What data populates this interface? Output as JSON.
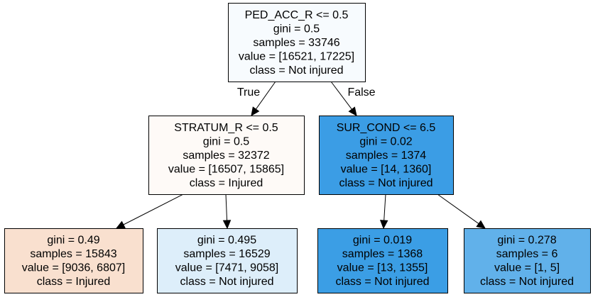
{
  "tree": {
    "nodes": [
      {
        "id": "root",
        "lines": [
          "PED_ACC_R <= 0.5",
          "gini = 0.5",
          "samples = 33746",
          "value = [16521, 17225]",
          "class = Not injured"
        ],
        "fill": "#f7fbfe"
      },
      {
        "id": "left",
        "lines": [
          "STRATUM_R <= 0.5",
          "gini = 0.5",
          "samples = 32372",
          "value = [16507, 15865]",
          "class = Injured"
        ],
        "fill": "#fefaf7"
      },
      {
        "id": "right",
        "lines": [
          "SUR_COND <= 6.5",
          "gini = 0.02",
          "samples = 1374",
          "value = [14, 1360]",
          "class = Not injured"
        ],
        "fill": "#3b9de5"
      },
      {
        "id": "left-left",
        "lines": [
          "gini = 0.49",
          "samples = 15843",
          "value = [9036, 6807]",
          "class = Injured"
        ],
        "fill": "#f9e0cf"
      },
      {
        "id": "left-right",
        "lines": [
          "gini = 0.495",
          "samples = 16529",
          "value = [7471, 9058]",
          "class = Not injured"
        ],
        "fill": "#ddeefa"
      },
      {
        "id": "right-left",
        "lines": [
          "gini = 0.019",
          "samples = 1368",
          "value = [13, 1355]",
          "class = Not injured"
        ],
        "fill": "#3b9ee5"
      },
      {
        "id": "right-right",
        "lines": [
          "gini = 0.278",
          "samples = 6",
          "value = [1, 5]",
          "class = Not injured"
        ],
        "fill": "#61b1ea"
      }
    ],
    "edges": [
      {
        "from": "root",
        "to": "left",
        "label": "True"
      },
      {
        "from": "root",
        "to": "right",
        "label": "False"
      },
      {
        "from": "left",
        "to": "left-left",
        "label": ""
      },
      {
        "from": "left",
        "to": "left-right",
        "label": ""
      },
      {
        "from": "right",
        "to": "right-left",
        "label": ""
      },
      {
        "from": "right",
        "to": "right-right",
        "label": ""
      }
    ]
  }
}
